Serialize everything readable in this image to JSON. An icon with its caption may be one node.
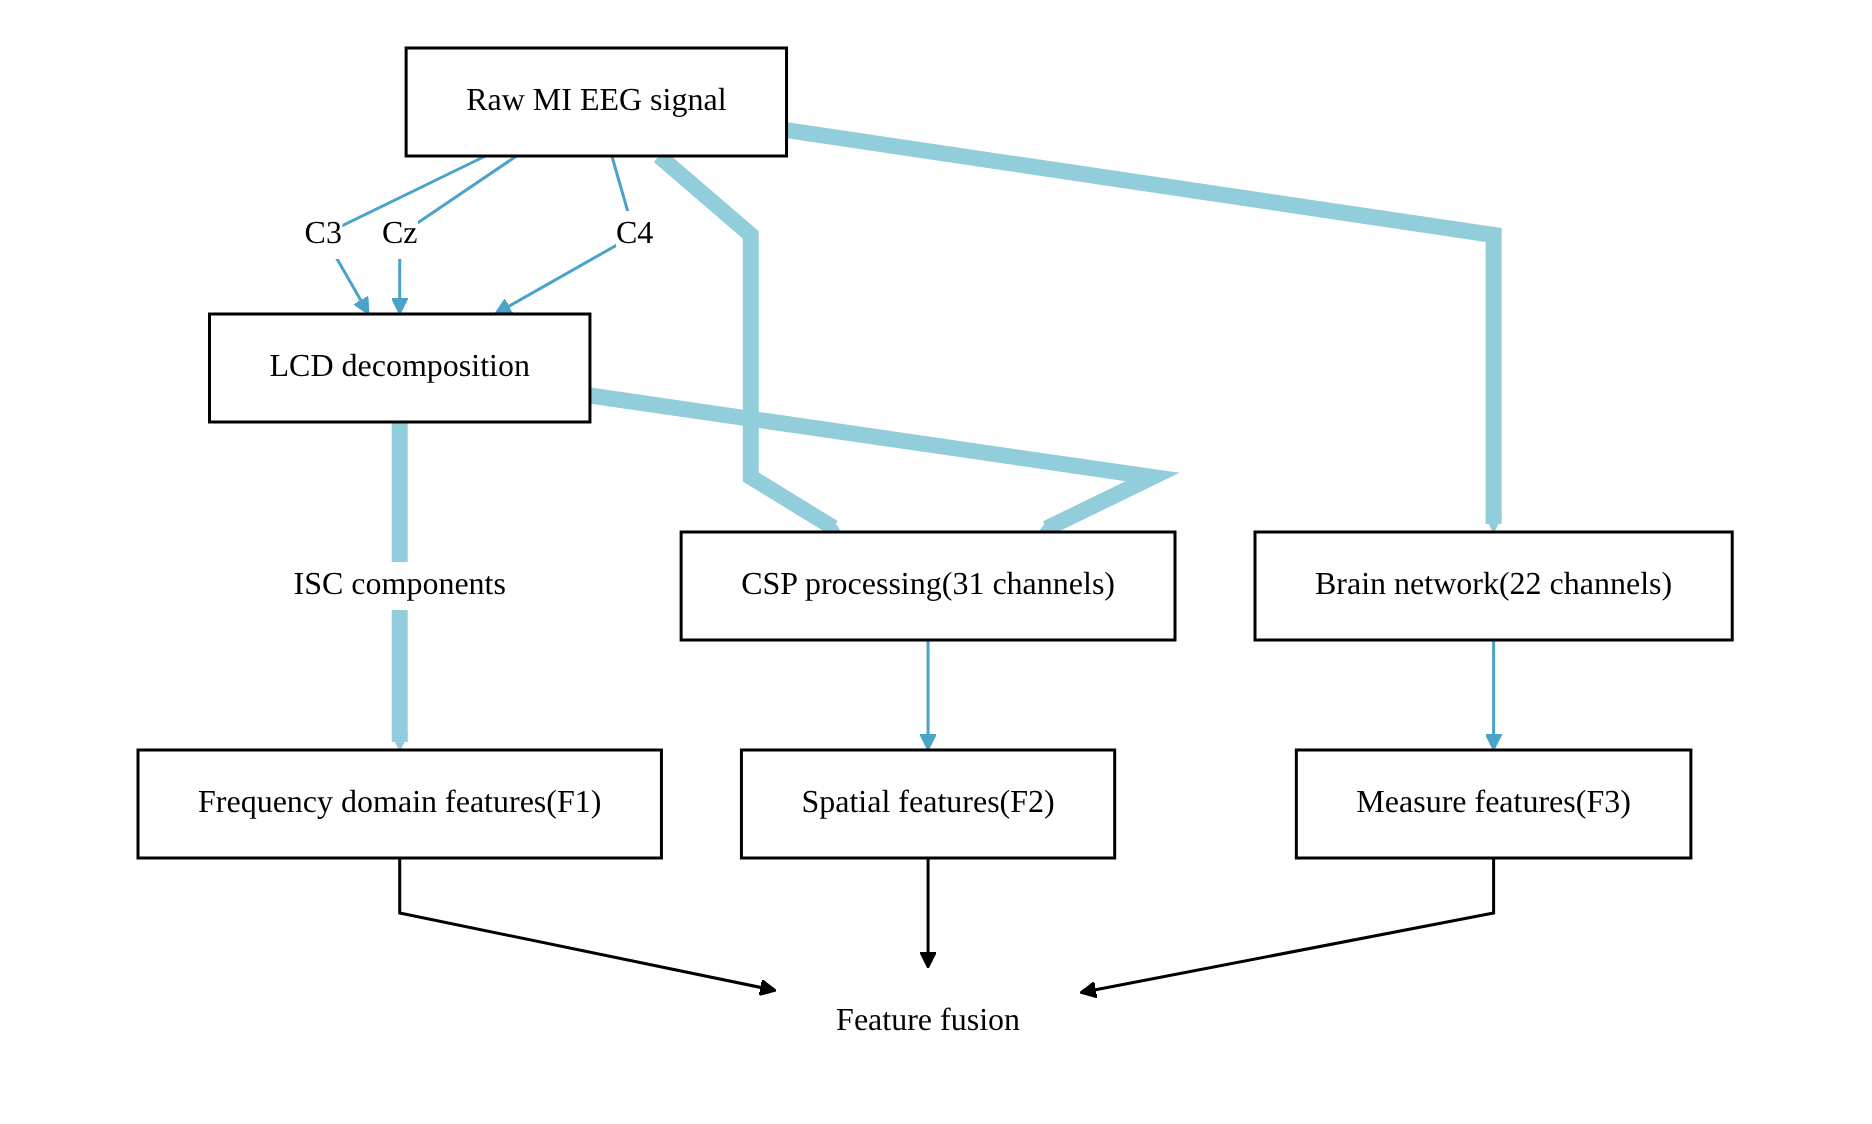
{
  "diagram": {
    "nodes": [
      {
        "text": [
          "Raw MI EEG signal"
        ]
      },
      {
        "text": [
          "LCD decomposition"
        ]
      },
      {
        "text": [
          "CSP processing(31 channels)"
        ]
      },
      {
        "text": [
          "Brain network(22 channels)"
        ]
      },
      {
        "text": [
          "Frequency domain features(F1)"
        ]
      },
      {
        "text": [
          "Spatial features(F2)"
        ]
      },
      {
        "text": [
          "Measure features(F3)"
        ]
      },
      {
        "text": [
          "Feature fusion"
        ]
      }
    ],
    "edges": [
      {
        "from": 0,
        "to": 1,
        "arrow": "to",
        "label": "C3"
      },
      {
        "from": 0,
        "to": 1,
        "arrow": "to",
        "label": "Cz"
      },
      {
        "from": 0,
        "to": 1,
        "arrow": "to",
        "label": "C4"
      },
      {
        "from": 0,
        "to": 2,
        "arrow": "to",
        "style": "thick",
        "color": "#92cddc"
      },
      {
        "from": 0,
        "to": 3,
        "arrow": "to",
        "style": "thick",
        "color": "#92cddc"
      },
      {
        "from": 1,
        "to": 2,
        "arrow": "to",
        "style": "thick",
        "color": "#92cddc"
      },
      {
        "from": 1,
        "to": 4,
        "arrow": "to",
        "style": "thick",
        "color": "#92cddc",
        "label": "ISC components"
      },
      {
        "from": 2,
        "to": 5,
        "arrow": "to"
      },
      {
        "from": 3,
        "to": 6,
        "arrow": "to"
      },
      {
        "from": 4,
        "to": 7,
        "arrow": "to",
        "color": "#000000"
      },
      {
        "from": 5,
        "to": 7,
        "arrow": "to",
        "color": "#000000"
      },
      {
        "from": 6,
        "to": 7,
        "arrow": "to",
        "color": "#000000"
      }
    ]
  }
}
